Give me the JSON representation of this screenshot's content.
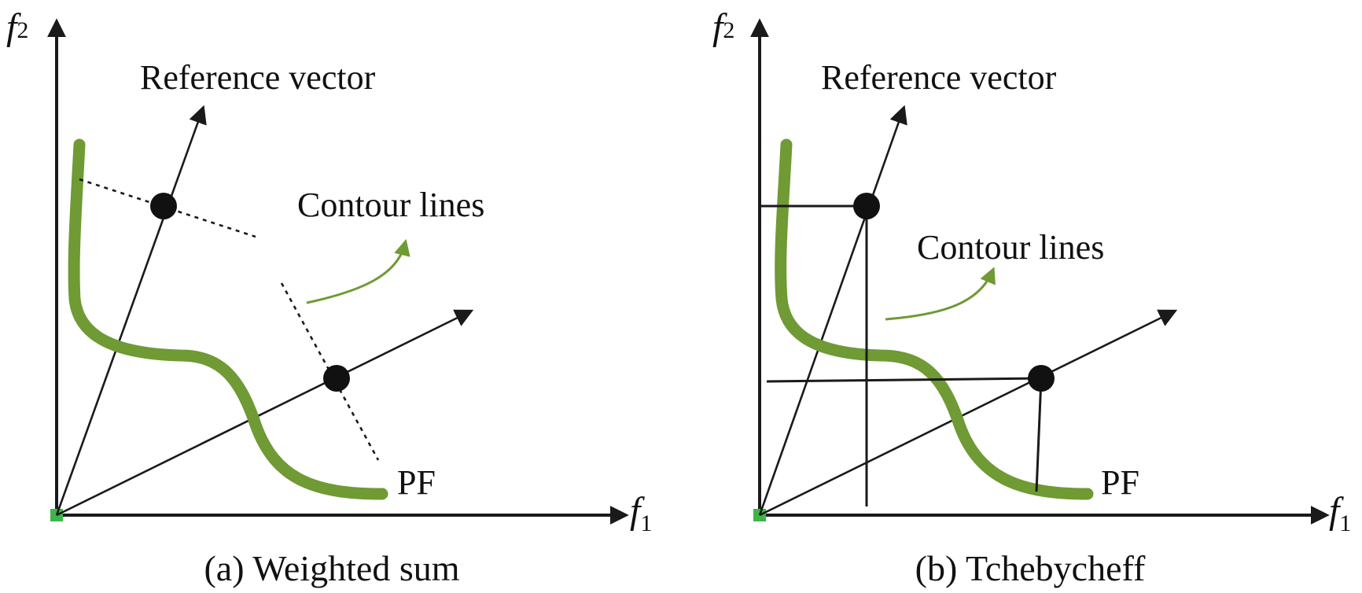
{
  "panels": [
    {
      "id": "a",
      "caption": "(a) Weighted sum",
      "x_axis_label": "f",
      "x_axis_sub": "1",
      "y_axis_label": "f",
      "y_axis_sub": "2",
      "reference_label": "Reference vector",
      "contour_label": "Contour lines",
      "pf_label": "PF"
    },
    {
      "id": "b",
      "caption": "(b) Tchebycheff",
      "x_axis_label": "f",
      "x_axis_sub": "1",
      "y_axis_label": "f",
      "y_axis_sub": "2",
      "reference_label": "Reference vector",
      "contour_label": "Contour lines",
      "pf_label": "PF"
    }
  ],
  "colors": {
    "pareto_front": "#6f9a34",
    "origin_marker": "#3db54a",
    "axis": "#1a1a1a",
    "points": "#111111"
  }
}
